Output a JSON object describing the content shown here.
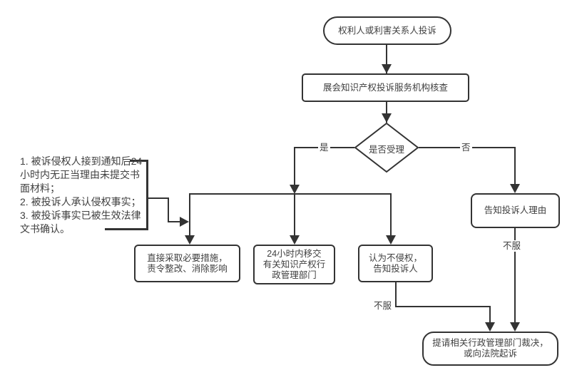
{
  "flowchart": {
    "title_semantic": "exhibition-ip-complaint-process",
    "colors": {
      "line": "#333333",
      "text": "#404040",
      "background": "#ffffff"
    },
    "nodes": {
      "start": {
        "label": "权利人或利害关系人投诉",
        "shape": "terminator"
      },
      "verify": {
        "label": "展会知识产权投诉服务机构核查",
        "shape": "process"
      },
      "decision": {
        "label": "是否受理",
        "shape": "diamond"
      },
      "note": {
        "label": "1. 被诉侵权人接到通知后24\n小时内无正当理由未提交书\n面材料；\n2. 被投诉人承认侵权事实；\n3. 被投诉事实已被生效法律\n文书确认。",
        "shape": "annotation"
      },
      "action_direct": {
        "label": "直接采取必要措施，\n责令整改、消除影响",
        "shape": "process"
      },
      "action_transfer": {
        "label": "24小时内移交\n有关知识产权行\n政管理部门",
        "shape": "process"
      },
      "action_no_infringe": {
        "label": "认为不侵权，\n告知投诉人",
        "shape": "process"
      },
      "notify_reason": {
        "label": "告知投诉人理由",
        "shape": "process"
      },
      "final": {
        "label": "提请相关行政管理部门裁决，\n或向法院起诉",
        "shape": "terminator"
      }
    },
    "edge_labels": {
      "yes": "是",
      "no": "否",
      "dissent_left": "不服",
      "dissent_right": "不服"
    }
  }
}
